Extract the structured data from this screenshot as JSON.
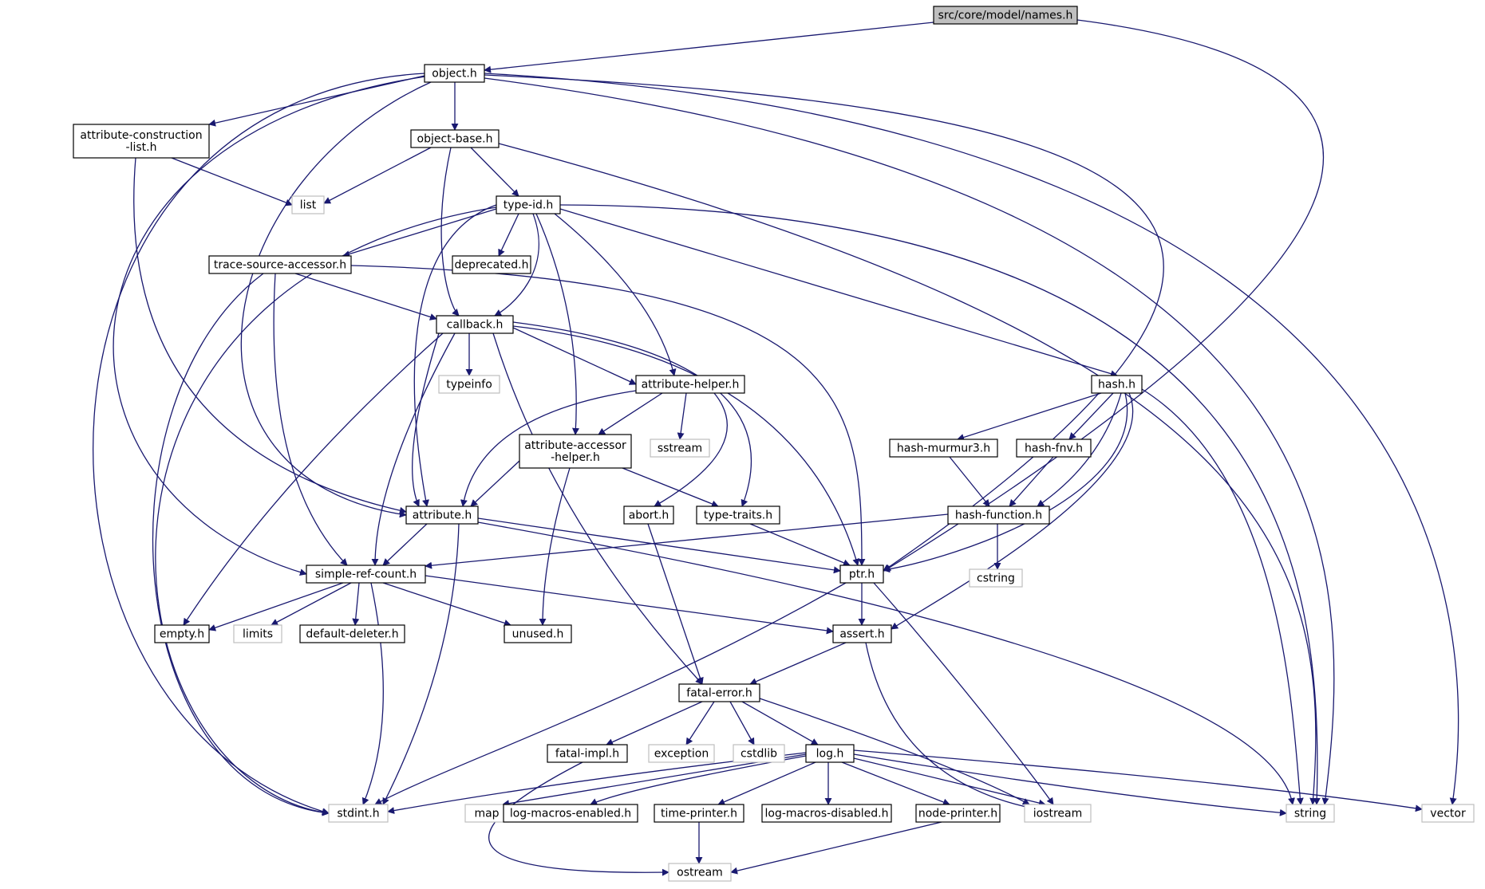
{
  "diagram": {
    "root": "src/core/model/names.h",
    "nodes": {
      "names": "src/core/model/names.h",
      "object": "object.h",
      "acl": "attribute-construction\n-list.h",
      "objbase": "object-base.h",
      "list": "list",
      "typeid": "type-id.h",
      "tsa": "trace-source-accessor.h",
      "deprecated": "deprecated.h",
      "callback": "callback.h",
      "typeinfo": "typeinfo",
      "ahelper": "attribute-helper.h",
      "sstream": "sstream",
      "aah": "attribute-accessor\n-helper.h",
      "hash": "hash.h",
      "murmur": "hash-murmur3.h",
      "fnv": "hash-fnv.h",
      "hashfn": "hash-function.h",
      "attribute": "attribute.h",
      "abort": "abort.h",
      "typetraits": "type-traits.h",
      "src": "simple-ref-count.h",
      "ptr": "ptr.h",
      "cstring": "cstring",
      "empty": "empty.h",
      "limits": "limits",
      "dd": "default-deleter.h",
      "unused": "unused.h",
      "assert": "assert.h",
      "fatal": "fatal-error.h",
      "fimpl": "fatal-impl.h",
      "exception": "exception",
      "cstdlib": "cstdlib",
      "log": "log.h",
      "stdint": "stdint.h",
      "map": "map",
      "lme": "log-macros-enabled.h",
      "tp": "time-printer.h",
      "lmd": "log-macros-disabled.h",
      "np": "node-printer.h",
      "iostream": "iostream",
      "string": "string",
      "vector": "vector",
      "ostream": "ostream"
    },
    "external": [
      "list",
      "typeinfo",
      "sstream",
      "cstring",
      "limits",
      "exception",
      "cstdlib",
      "stdint",
      "map",
      "iostream",
      "string",
      "vector",
      "ostream"
    ],
    "edges": [
      [
        "names",
        "object"
      ],
      [
        "names",
        "ptr"
      ],
      [
        "object",
        "acl"
      ],
      [
        "object",
        "objbase"
      ],
      [
        "object",
        "attribute"
      ],
      [
        "object",
        "src"
      ],
      [
        "object",
        "ptr"
      ],
      [
        "object",
        "stdint"
      ],
      [
        "object",
        "string"
      ],
      [
        "object",
        "vector"
      ],
      [
        "acl",
        "list"
      ],
      [
        "acl",
        "attribute"
      ],
      [
        "objbase",
        "list"
      ],
      [
        "objbase",
        "typeid"
      ],
      [
        "objbase",
        "callback"
      ],
      [
        "objbase",
        "string"
      ],
      [
        "typeid",
        "tsa"
      ],
      [
        "typeid",
        "deprecated"
      ],
      [
        "typeid",
        "callback"
      ],
      [
        "typeid",
        "ahelper"
      ],
      [
        "typeid",
        "aah"
      ],
      [
        "typeid",
        "attribute"
      ],
      [
        "typeid",
        "hash"
      ],
      [
        "typeid",
        "stdint"
      ],
      [
        "typeid",
        "string"
      ],
      [
        "tsa",
        "callback"
      ],
      [
        "tsa",
        "src"
      ],
      [
        "tsa",
        "ptr"
      ],
      [
        "tsa",
        "stdint"
      ],
      [
        "callback",
        "typeinfo"
      ],
      [
        "callback",
        "ahelper"
      ],
      [
        "callback",
        "attribute"
      ],
      [
        "callback",
        "src"
      ],
      [
        "callback",
        "empty"
      ],
      [
        "callback",
        "typetraits"
      ],
      [
        "callback",
        "ptr"
      ],
      [
        "callback",
        "fatal"
      ],
      [
        "ahelper",
        "sstream"
      ],
      [
        "ahelper",
        "aah"
      ],
      [
        "ahelper",
        "attribute"
      ],
      [
        "ahelper",
        "abort"
      ],
      [
        "aah",
        "attribute"
      ],
      [
        "aah",
        "typetraits"
      ],
      [
        "aah",
        "unused"
      ],
      [
        "hash",
        "murmur"
      ],
      [
        "hash",
        "fnv"
      ],
      [
        "hash",
        "hashfn"
      ],
      [
        "hash",
        "ptr"
      ],
      [
        "hash",
        "assert"
      ],
      [
        "hash",
        "string"
      ],
      [
        "murmur",
        "hashfn"
      ],
      [
        "fnv",
        "hashfn"
      ],
      [
        "hashfn",
        "src"
      ],
      [
        "hashfn",
        "cstring"
      ],
      [
        "attribute",
        "src"
      ],
      [
        "attribute",
        "ptr"
      ],
      [
        "attribute",
        "stdint"
      ],
      [
        "attribute",
        "string"
      ],
      [
        "abort",
        "fatal"
      ],
      [
        "typetraits",
        "ptr"
      ],
      [
        "src",
        "empty"
      ],
      [
        "src",
        "limits"
      ],
      [
        "src",
        "dd"
      ],
      [
        "src",
        "unused"
      ],
      [
        "src",
        "stdint"
      ],
      [
        "src",
        "assert"
      ],
      [
        "ptr",
        "assert"
      ],
      [
        "ptr",
        "stdint"
      ],
      [
        "ptr",
        "iostream"
      ],
      [
        "assert",
        "fatal"
      ],
      [
        "assert",
        "iostream"
      ],
      [
        "fatal",
        "fimpl"
      ],
      [
        "fatal",
        "exception"
      ],
      [
        "fatal",
        "cstdlib"
      ],
      [
        "fatal",
        "log"
      ],
      [
        "fatal",
        "iostream"
      ],
      [
        "fimpl",
        "ostream"
      ],
      [
        "log",
        "stdint"
      ],
      [
        "log",
        "map"
      ],
      [
        "log",
        "lme"
      ],
      [
        "log",
        "tp"
      ],
      [
        "log",
        "lmd"
      ],
      [
        "log",
        "np"
      ],
      [
        "log",
        "iostream"
      ],
      [
        "log",
        "string"
      ],
      [
        "log",
        "vector"
      ],
      [
        "tp",
        "ostream"
      ],
      [
        "np",
        "ostream"
      ]
    ],
    "colors": {
      "edge": "#191970",
      "node_border": "#000000",
      "external_border": "#bfbfbf",
      "root_fill": "#bfbfbf"
    }
  }
}
